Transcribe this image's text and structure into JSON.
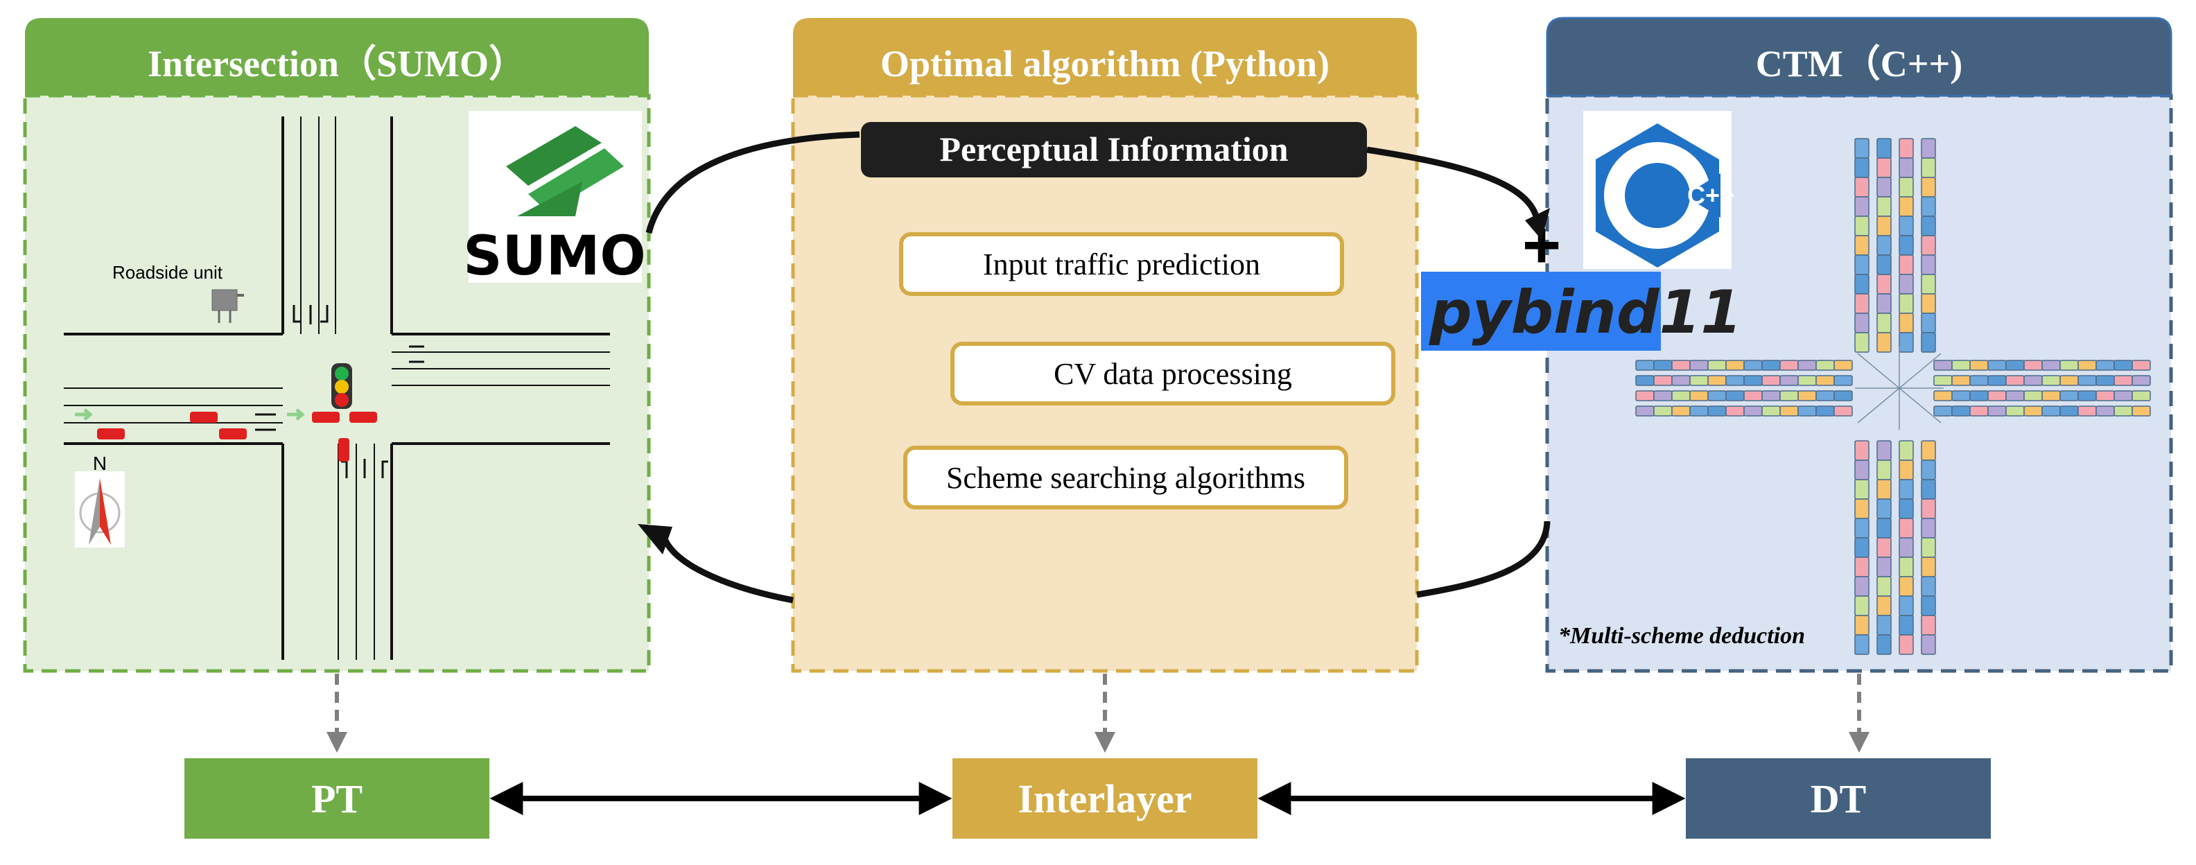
{
  "panels": {
    "intersection": {
      "title": "Intersection（SUMO）",
      "roadside_label": "Roadside unit",
      "compass_label": "N",
      "logo_text": "SUMO"
    },
    "optimal": {
      "title": "Optimal algorithm (Python)",
      "perceptual": "Perceptual Information",
      "items": [
        "Input traffic prediction",
        "CV data processing",
        "Scheme searching algorithms"
      ]
    },
    "ctm": {
      "title": "CTM（C++)",
      "cpp_logo_text": "C++",
      "plus": "+",
      "pybind_text": "pybind11",
      "note": "*Multi-scheme deduction"
    }
  },
  "layers": {
    "left": "PT",
    "middle": "Interlayer",
    "right": "DT"
  },
  "colors": {
    "green": "#70ad47",
    "green_bg": "#e3efdb",
    "gold": "#d4ab45",
    "gold_bg": "#f5e3c2",
    "slate": "#44627f",
    "slate_bg": "#dae3f1",
    "dark": "#222222",
    "pybind_blue": "#2f7df3",
    "cpp_blue": "#1f72c6"
  }
}
